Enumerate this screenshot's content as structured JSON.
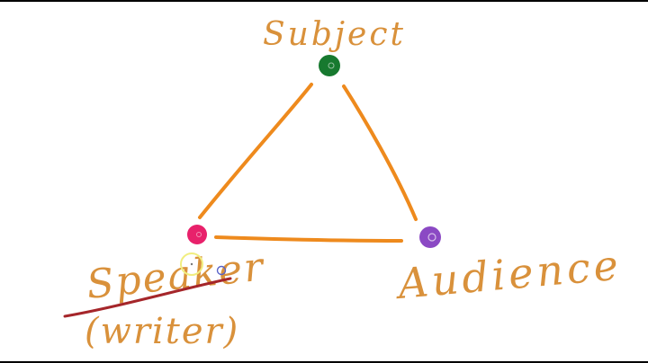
{
  "nodes": {
    "subject": {
      "label": "Subject",
      "color": "#17792f"
    },
    "speaker": {
      "label": "Speaker",
      "sublabel": "(writer)",
      "color": "#e8216b"
    },
    "audience": {
      "label": "Audience",
      "color": "#8b49c4"
    }
  },
  "colors": {
    "edge": "#ee8a1d",
    "label": "#d9913b",
    "underline": "#a5262a",
    "cursor_highlight": "#f1ee7f",
    "pointer_dot": "#5963c8"
  }
}
